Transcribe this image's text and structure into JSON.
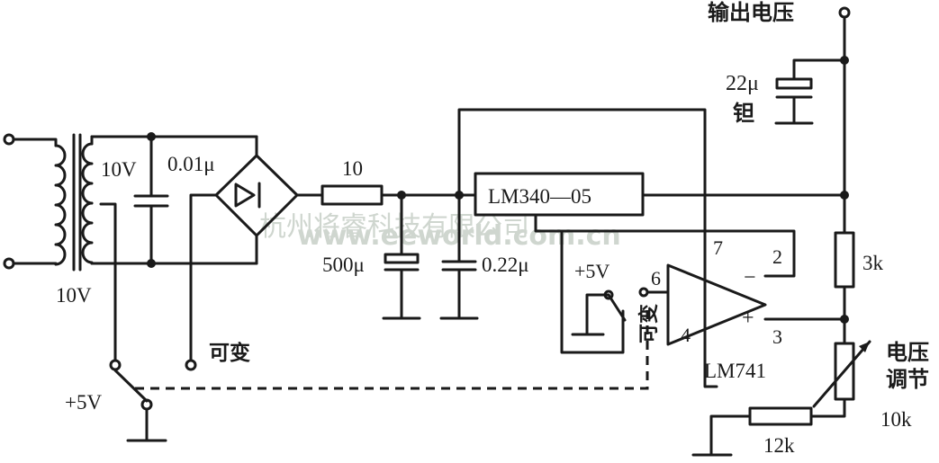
{
  "watermark": {
    "site": "www.eeworld.com.cn",
    "company": "杭州将睿科技有限公司"
  },
  "labels": {
    "output_voltage": "输出电压",
    "cap_22u": "22μ",
    "tantalum": "钽",
    "secondary_10v": "10V",
    "cap_001u": "0.01μ",
    "res_10": "10",
    "regulator": "LM340—05",
    "cap_500u": "500μ",
    "cap_022u": "0.22μ",
    "plus5v_right": "+5V",
    "pin6": "6",
    "pin7": "7",
    "pin2": "2",
    "pin3": "3",
    "pin4": "4",
    "minus": "−",
    "plus": "+",
    "res_3k": "3k",
    "primary_10v": "10V",
    "variable_left": "可变",
    "variable_right": "可变",
    "opamp": "LM741",
    "voltage_adjust_1": "电压",
    "voltage_adjust_2": "调节",
    "plus5v_left": "+5V",
    "pot_10k": "10k",
    "res_12k": "12k"
  }
}
